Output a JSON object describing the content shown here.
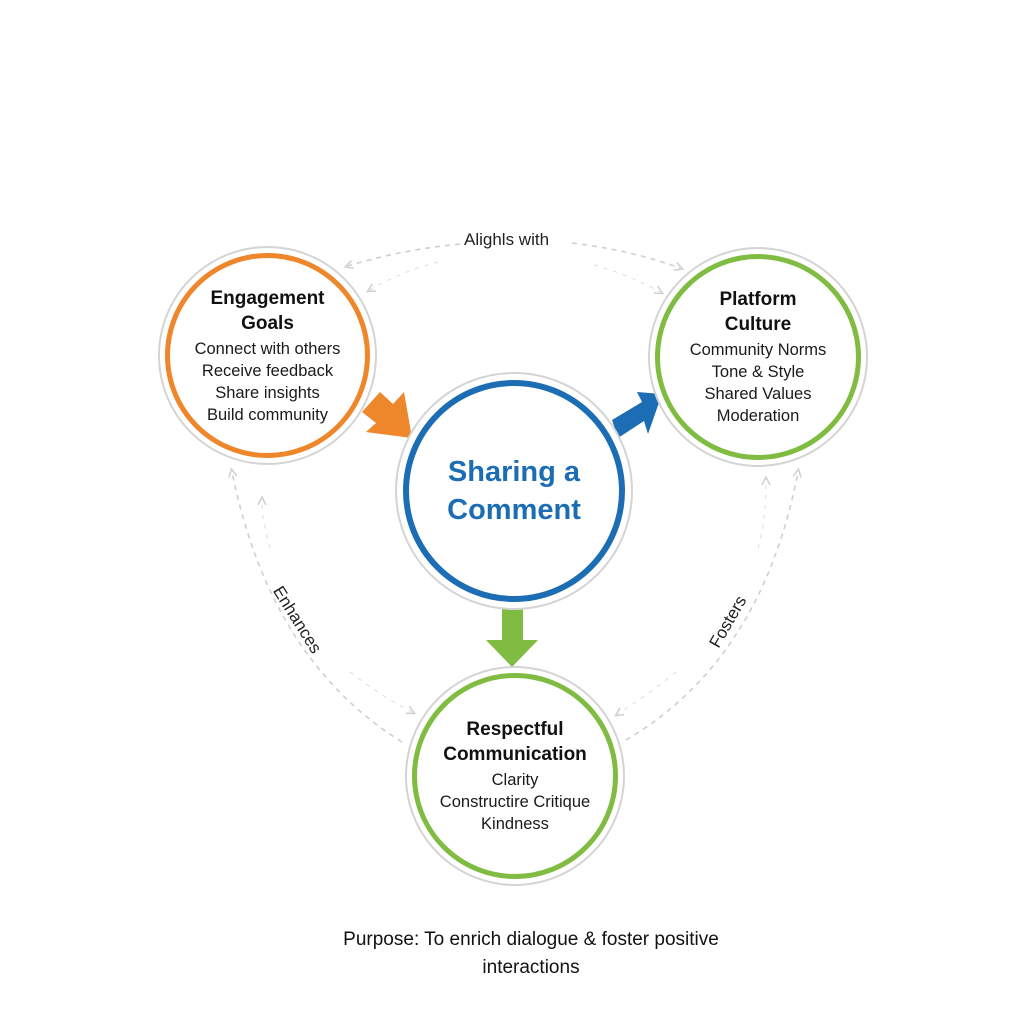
{
  "center": {
    "title": "Sharing a\nComment",
    "color": "#1c6db3"
  },
  "engagement": {
    "title": "Engagement\nGoals",
    "items": [
      "Connect with others",
      "Receive feedback",
      "Share insights",
      "Build community"
    ],
    "color": "#ee862b"
  },
  "culture": {
    "title": "Platform\nCulture",
    "items": [
      "Community Norms",
      "Tone & Style",
      "Shared Values",
      "Moderation"
    ],
    "color": "#7fbc41"
  },
  "communication": {
    "title": "Respectful\nCommunication",
    "items": [
      "Clarity",
      "Constructire Critique",
      "Kindness"
    ],
    "color": "#7fbc41"
  },
  "edges": {
    "top_label": "Alighls with",
    "left_label": "Enhances",
    "right_label": "Fosters"
  },
  "arrow_colors": {
    "to_center": "#ee862b",
    "to_culture": "#1c6db3",
    "to_communication": "#7fbc41",
    "dashed": "#cfcfcf"
  },
  "footer": {
    "purpose_line1": "Purpose: To enrich dialogue & foster positive",
    "purpose_line2": "interactions"
  }
}
